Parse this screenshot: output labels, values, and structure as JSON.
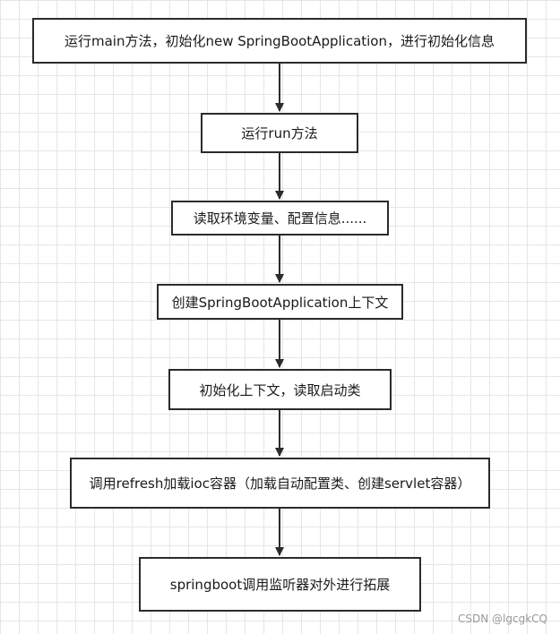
{
  "flowchart": {
    "steps": [
      {
        "label": "运行main方法，初始化new SpringBootApplication，进行初始化信息"
      },
      {
        "label": "运行run方法"
      },
      {
        "label": "读取环境变量、配置信息......"
      },
      {
        "label": "创建SpringBootApplication上下文"
      },
      {
        "label": "初始化上下文，读取启动类"
      },
      {
        "label": "调用refresh加载ioc容器（加载自动配置类、创建servlet容器）"
      },
      {
        "label": "springboot调用监听器对外进行拓展"
      }
    ]
  },
  "watermark": "CSDN @lgcgkCQ",
  "colors": {
    "border": "#2b2b2b",
    "grid": "#e6e6e6",
    "background": "#ffffff"
  }
}
